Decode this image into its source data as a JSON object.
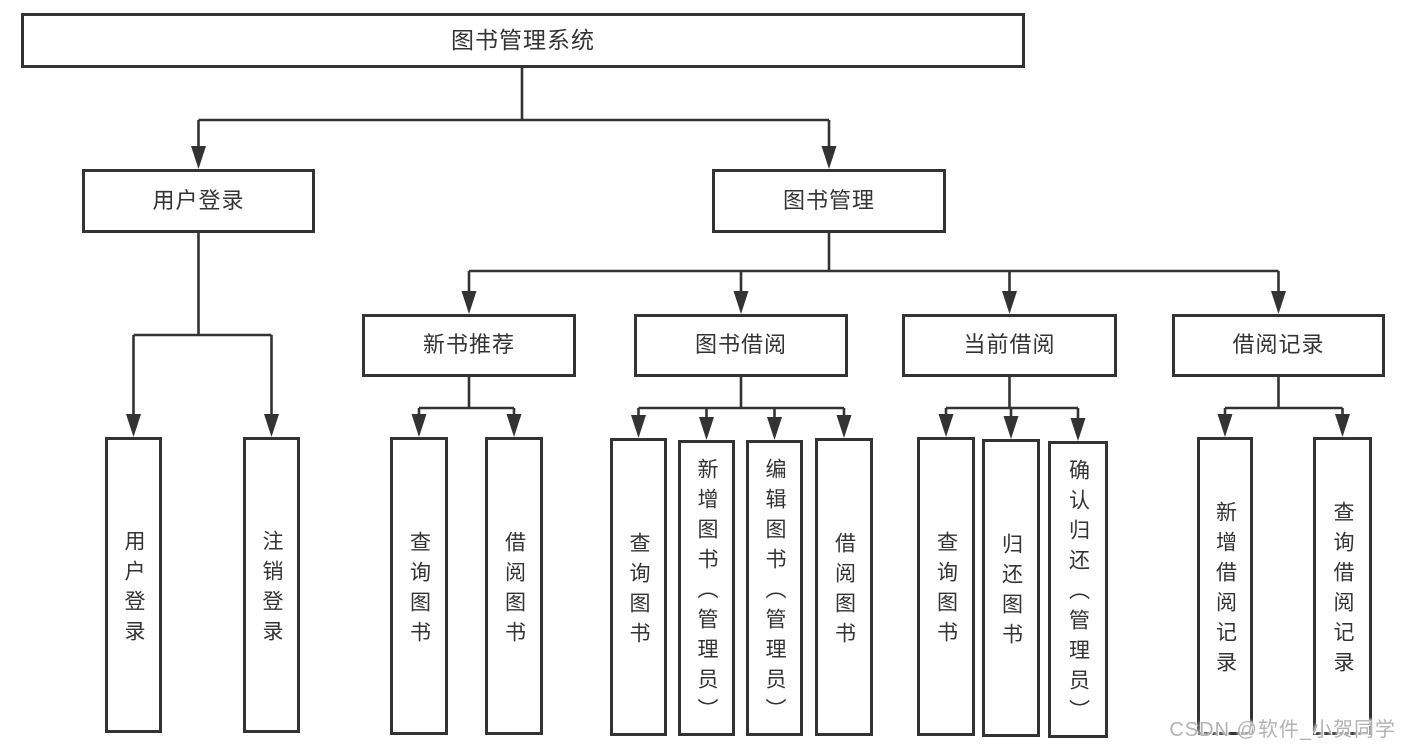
{
  "diagram": {
    "tree": {
      "label": "图书管理系统",
      "children": [
        {
          "label": "用户登录",
          "children": [
            {
              "label": "用户登录"
            },
            {
              "label": "注销登录"
            }
          ]
        },
        {
          "label": "图书管理",
          "children": [
            {
              "label": "新书推荐",
              "children": [
                {
                  "label": "查询图书"
                },
                {
                  "label": "借阅图书"
                }
              ]
            },
            {
              "label": "图书借阅",
              "children": [
                {
                  "label": "查询图书"
                },
                {
                  "label": "新增图书（管理员）"
                },
                {
                  "label": "编辑图书（管理员）"
                },
                {
                  "label": "借阅图书"
                }
              ]
            },
            {
              "label": "当前借阅",
              "children": [
                {
                  "label": "查询图书"
                },
                {
                  "label": "归还图书"
                },
                {
                  "label": "确认归还（管理员）"
                }
              ]
            },
            {
              "label": "借阅记录",
              "children": [
                {
                  "label": "新增借阅记录"
                },
                {
                  "label": "查询借阅记录"
                }
              ]
            }
          ]
        }
      ]
    },
    "colors": {
      "line": "#333333",
      "box_border": "#333333",
      "text": "#333333",
      "background": "#ffffff",
      "watermark": "#b3b3b3"
    }
  },
  "watermark": {
    "text": "CSDN @软件_小贺同学"
  }
}
